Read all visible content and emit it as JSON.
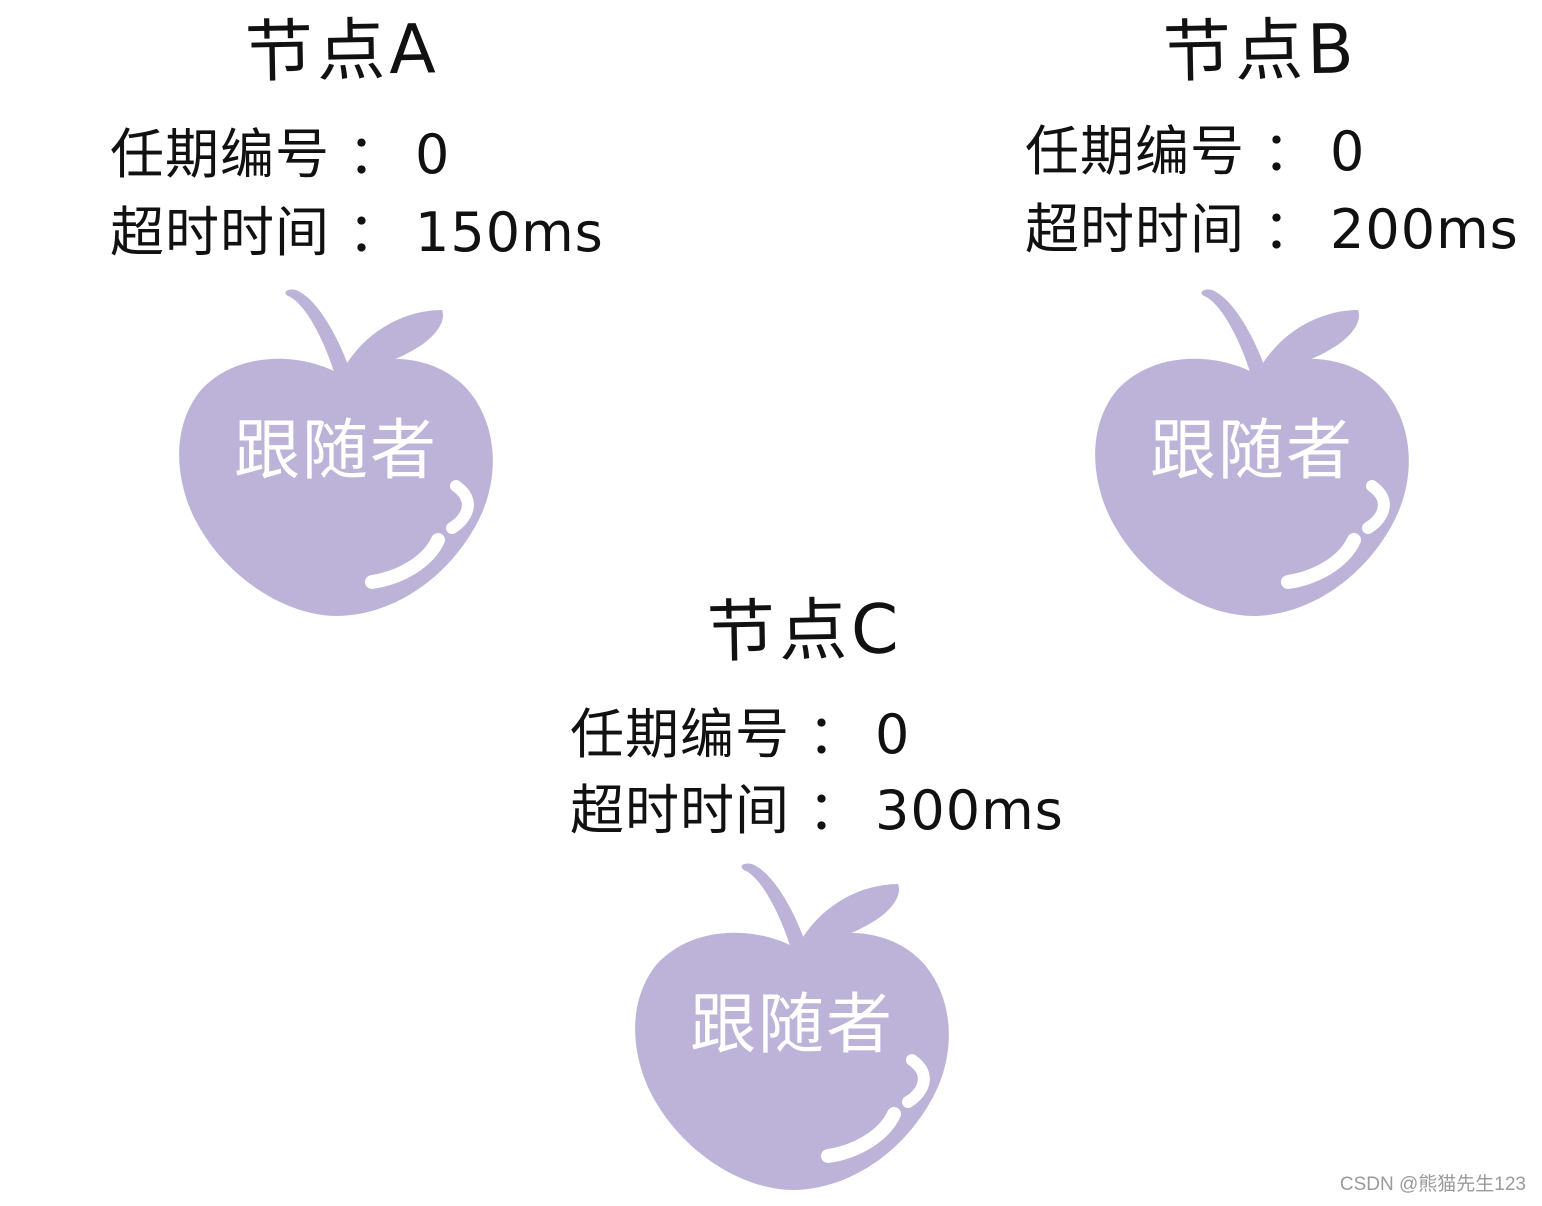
{
  "colors": {
    "apple_fill": "#bdb3d9",
    "apple_highlight": "#ffffff",
    "text": "#111111"
  },
  "separator": "：",
  "nodes": [
    {
      "title": "节点A",
      "term_label": "任期编号",
      "term_value": "0",
      "timeout_label": "超时时间",
      "timeout_value": "150ms",
      "role": "跟随者",
      "icon": "apple-icon"
    },
    {
      "title": "节点B",
      "term_label": "任期编号",
      "term_value": "0",
      "timeout_label": "超时时间",
      "timeout_value": "200ms",
      "role": "跟随者",
      "icon": "apple-icon"
    },
    {
      "title": "节点C",
      "term_label": "任期编号",
      "term_value": "0",
      "timeout_label": "超时时间",
      "timeout_value": "300ms",
      "role": "跟随者",
      "icon": "apple-icon"
    }
  ],
  "watermark": "CSDN @熊猫先生123"
}
